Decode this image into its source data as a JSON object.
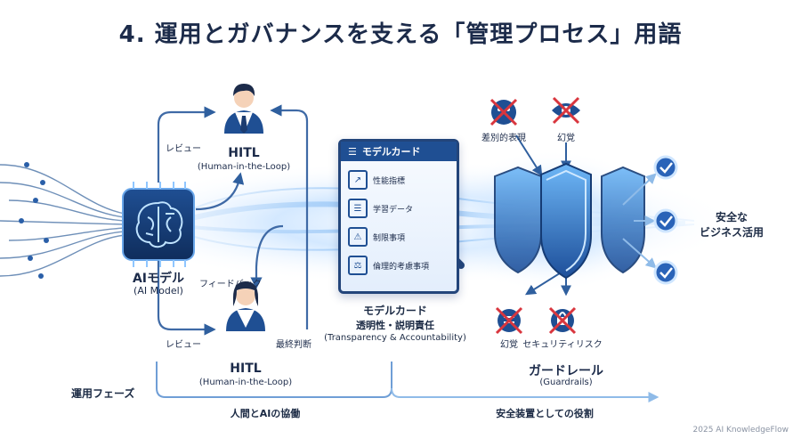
{
  "title": "4. 運用とガバナンスを支える「管理プロセス」用語",
  "ai_model": {
    "name": "AIモデル",
    "sub": "(AI Model)"
  },
  "hitl_top": {
    "name": "HITL",
    "sub": "(Human-in-the-Loop)",
    "edge_label": "レビュー"
  },
  "hitl_bottom": {
    "name": "HITL",
    "sub": "(Human-in-the-Loop)",
    "edge_label": "レビュー",
    "final_label": "最終判断"
  },
  "feedback_label": "フィードバック",
  "model_card": {
    "header": "モデルカード",
    "items": [
      "性能指標",
      "学習データ",
      "制限事項",
      "倫理的考慮事項"
    ],
    "caption": "モデルカード",
    "caption_sub": "透明性・説明責任",
    "caption_en": "(Transparency & Accountability)"
  },
  "threats_top": [
    "差別的表現",
    "幻覚"
  ],
  "threats_bottom": [
    "幻覚",
    "セキュリティリスク"
  ],
  "outcome": "安全な\nビジネス活用",
  "guardrails": {
    "name": "ガードレール",
    "sub": "(Guardrails)"
  },
  "phase_label": "運用フェーズ",
  "phase_left": "人間とAIの協働",
  "phase_right": "安全装置としての役割",
  "footer": "2025 AI KnowledgeFlow",
  "colors": {
    "navy": "#1c2b4a",
    "blue": "#1f4f93",
    "light_blue": "#7fb2ea",
    "red": "#d9363e",
    "glow": "#bfe0ff"
  }
}
